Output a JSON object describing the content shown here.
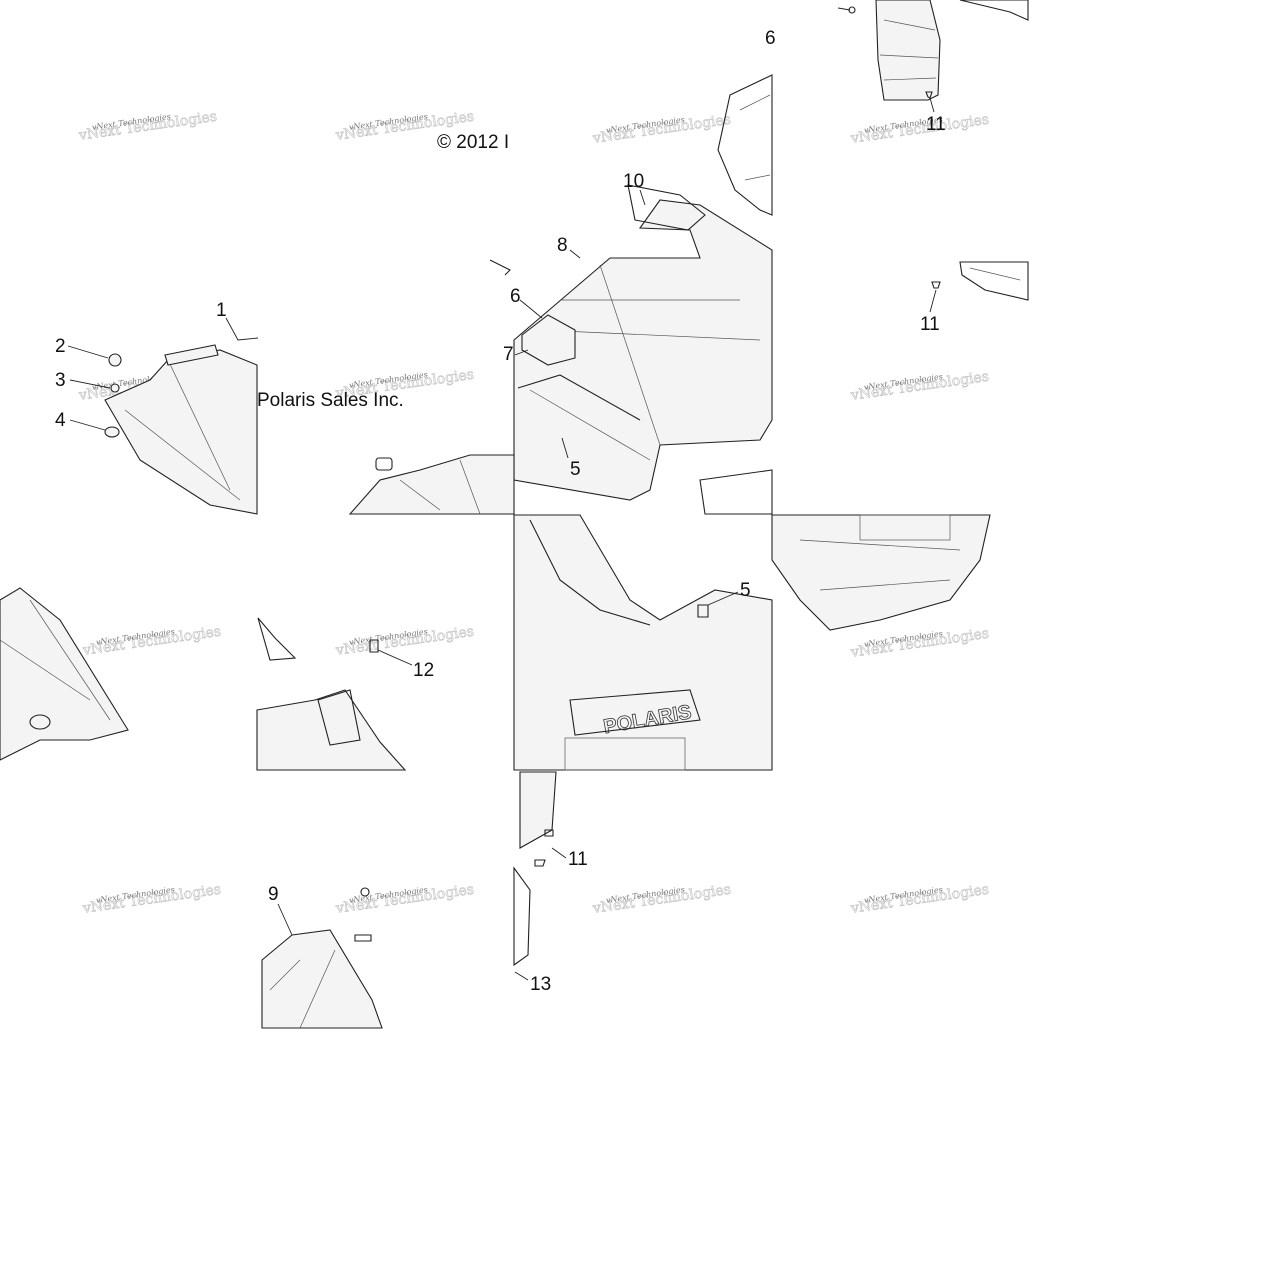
{
  "credits": {
    "copyright": "© 2012 I",
    "company": "Polaris Sales Inc."
  },
  "watermark": {
    "text": "vNext Technologies",
    "ghost": "vNext Technologies"
  },
  "callouts": {
    "c1": "1",
    "c2": "2",
    "c3": "3",
    "c4": "4",
    "c5a": "5",
    "c5b": "5",
    "c6a": "6",
    "c6b": "6",
    "c7": "7",
    "c8": "8",
    "c9": "9",
    "c10": "10",
    "c11a": "11",
    "c11b": "11",
    "c11c": "11",
    "c12": "12",
    "c13": "13"
  },
  "brand": {
    "grille_logo": "POLARIS"
  }
}
